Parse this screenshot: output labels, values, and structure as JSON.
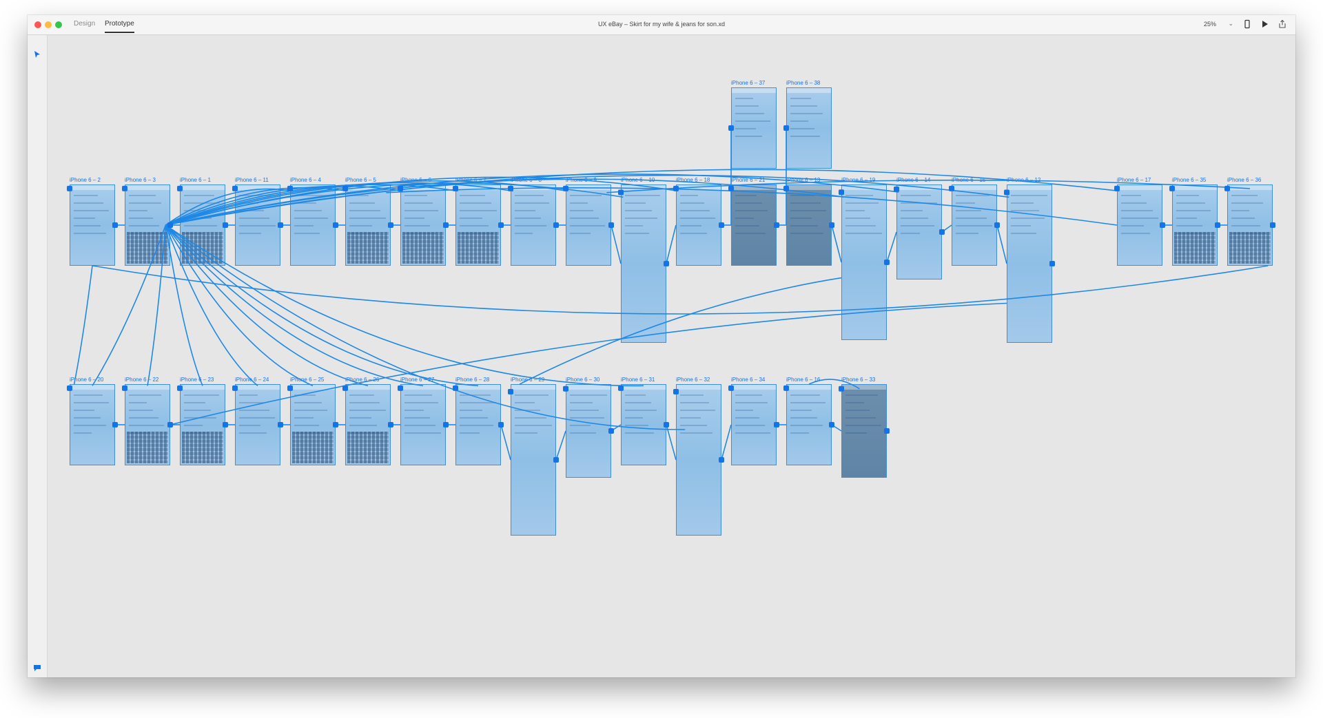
{
  "window": {
    "title": "UX eBay – Skirt for my wife & jeans for son.xd",
    "modes": [
      "Design",
      "Prototype"
    ],
    "active_mode": "Prototype",
    "zoom": "25%"
  },
  "colors": {
    "accent": "#1473e6",
    "wire": "#1e88e5",
    "artboard_fill": "#9fc8ea"
  },
  "icons": [
    "select-arrow-icon",
    "device-preview-icon",
    "play-icon",
    "share-icon",
    "comment-icon",
    "zoom-dropdown-icon"
  ],
  "artboards": [
    {
      "label": "iPhone 6 – 37",
      "row": "top"
    },
    {
      "label": "iPhone 6 – 38",
      "row": "top"
    },
    {
      "label": "iPhone 6 – 2",
      "row": "middle"
    },
    {
      "label": "iPhone 6 – 3",
      "row": "middle"
    },
    {
      "label": "iPhone 6 – 1",
      "row": "middle"
    },
    {
      "label": "iPhone 6 – 11",
      "row": "middle"
    },
    {
      "label": "iPhone 6 – 4",
      "row": "middle"
    },
    {
      "label": "iPhone 6 – 5",
      "row": "middle"
    },
    {
      "label": "iPhone 6 – 6",
      "row": "middle"
    },
    {
      "label": "iPhone 6 – 7",
      "row": "middle"
    },
    {
      "label": "iPhone 6 – 8",
      "row": "middle"
    },
    {
      "label": "iPhone 6 – 9",
      "row": "middle"
    },
    {
      "label": "iPhone 6 – 10",
      "row": "middle"
    },
    {
      "label": "iPhone 6 – 18",
      "row": "middle"
    },
    {
      "label": "iPhone 6 – 21",
      "row": "middle"
    },
    {
      "label": "iPhone 6 – 13",
      "row": "middle"
    },
    {
      "label": "iPhone 6 – 19",
      "row": "middle"
    },
    {
      "label": "iPhone 6 – 14",
      "row": "middle"
    },
    {
      "label": "iPhone 6 – 15",
      "row": "middle"
    },
    {
      "label": "iPhone 6 – 12",
      "row": "middle"
    },
    {
      "label": "iPhone 6 – 17",
      "row": "middle"
    },
    {
      "label": "iPhone 6 – 35",
      "row": "middle"
    },
    {
      "label": "iPhone 6 – 36",
      "row": "middle"
    },
    {
      "label": "iPhone 6 – 20",
      "row": "bottom"
    },
    {
      "label": "iPhone 6 – 22",
      "row": "bottom"
    },
    {
      "label": "iPhone 6 – 23",
      "row": "bottom"
    },
    {
      "label": "iPhone 6 – 24",
      "row": "bottom"
    },
    {
      "label": "iPhone 6 – 25",
      "row": "bottom"
    },
    {
      "label": "iPhone 6 – 26",
      "row": "bottom"
    },
    {
      "label": "iPhone 6 – 27",
      "row": "bottom"
    },
    {
      "label": "iPhone 6 – 28",
      "row": "bottom"
    },
    {
      "label": "iPhone 6 – 29",
      "row": "bottom"
    },
    {
      "label": "iPhone 6 – 30",
      "row": "bottom"
    },
    {
      "label": "iPhone 6 – 31",
      "row": "bottom"
    },
    {
      "label": "iPhone 6 – 32",
      "row": "bottom"
    },
    {
      "label": "iPhone 6 – 34",
      "row": "bottom"
    },
    {
      "label": "iPhone 6 – 16",
      "row": "bottom"
    },
    {
      "label": "iPhone 6 – 33",
      "row": "bottom"
    }
  ]
}
